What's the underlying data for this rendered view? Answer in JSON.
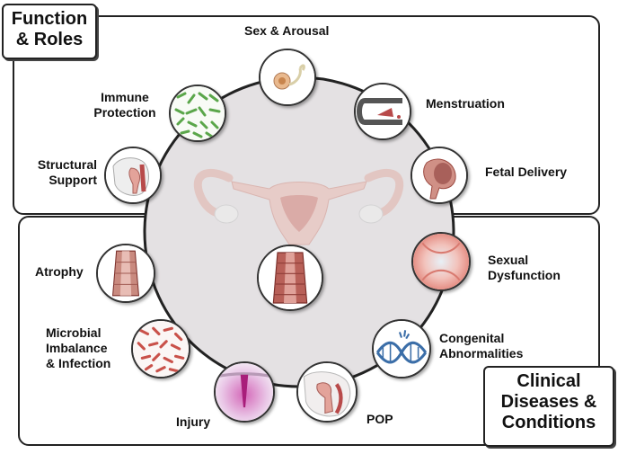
{
  "function_roles": {
    "title_line1": "Function",
    "title_line2": "& Roles",
    "items": {
      "sex_arousal": "Sex & Arousal",
      "menstruation": "Menstruation",
      "fetal_delivery": "Fetal Delivery",
      "structural_support_1": "Structural",
      "structural_support_2": "Support",
      "immune_protection_1": "Immune",
      "immune_protection_2": "Protection"
    }
  },
  "clinical": {
    "title_line1": "Clinical",
    "title_line2": "Diseases &",
    "title_line3": "Conditions",
    "items": {
      "atrophy": "Atrophy",
      "microbial_1": "Microbial",
      "microbial_2": "Imbalance",
      "microbial_3": "& Infection",
      "injury": "Injury",
      "pop": "POP",
      "congenital_1": "Congenital",
      "congenital_2": "Abnormalities",
      "sexual_dysfunction_1": "Sexual",
      "sexual_dysfunction_2": "Dysfunction"
    }
  },
  "colors": {
    "tissue": "#b84a4a",
    "tissue_light": "#e9b9b4",
    "uterus_pale": "#e9c9c4",
    "ring_fill": "#e4e1e3",
    "bacteria_green": "#5aa64a",
    "bacteria_red": "#c9514a",
    "dna_blue": "#3b6ea8"
  },
  "icons": [
    "vulva-icon",
    "menstruation-icon",
    "fetal-delivery-icon",
    "pelvis-icon",
    "bacteria-icon",
    "vaginal-canal-icon",
    "uterus-icon",
    "sexual-dysfunction-icon",
    "dna-icon",
    "pelvic-organ-prolapse-icon",
    "injury-icon"
  ]
}
